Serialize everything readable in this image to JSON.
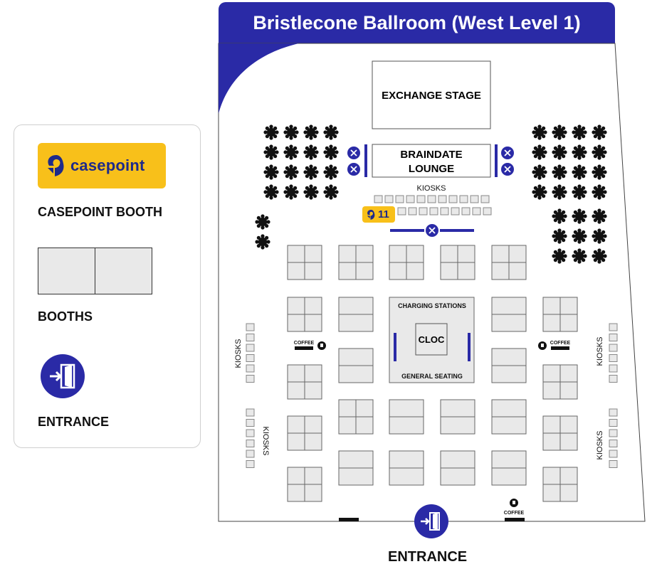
{
  "title": "Bristlecone Ballroom (West Level 1)",
  "legend": {
    "logo_text": "casepoint",
    "casepoint_label": "CASEPOINT BOOTH",
    "booths_label": "BOOTHS",
    "entrance_label": "ENTRANCE"
  },
  "map": {
    "exchange_stage": "EXCHANGE STAGE",
    "braindate_line1": "BRAINDATE",
    "braindate_line2": "LOUNGE",
    "kiosks_top": "KIOSKS",
    "kiosks_left_1": "KIOSKS",
    "kiosks_left_2": "KIOSKS",
    "kiosks_right_1": "KIOSKS",
    "kiosks_right_2": "KIOSKS",
    "charging": "CHARGING STATIONS",
    "cloc": "CLOC",
    "general_seating": "GENERAL SEATING",
    "coffee": "COFFEE",
    "booth_number": "11",
    "entrance": "ENTRANCE"
  },
  "colors": {
    "primary": "#2a2aa6",
    "accent": "#f8c01a",
    "booth_fill": "#e9e9e9",
    "table": "#111111"
  },
  "icons": [
    "casepoint-logo-icon",
    "entrance-door-icon",
    "fork-knife-icon",
    "coffee-cup-icon",
    "round-table-icon"
  ]
}
